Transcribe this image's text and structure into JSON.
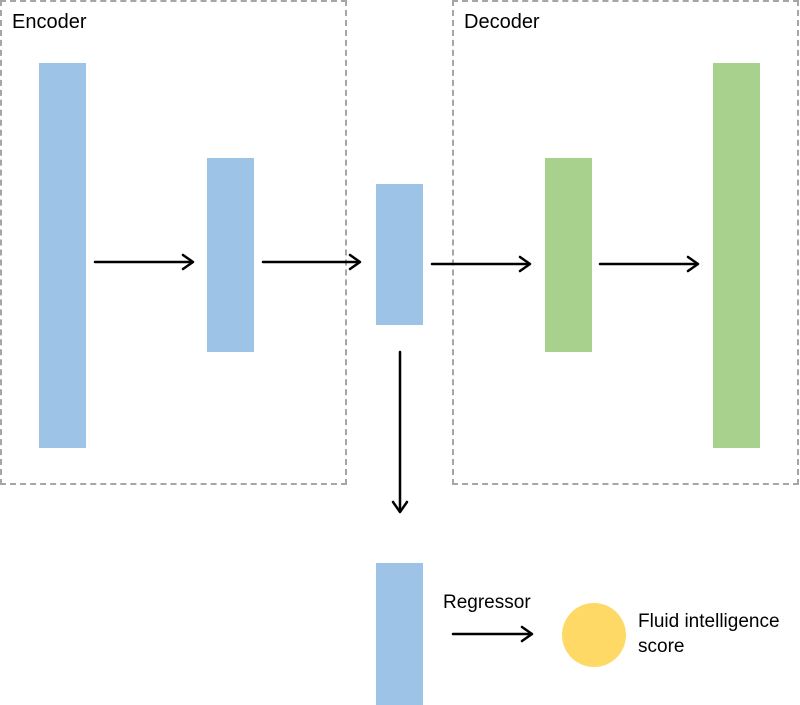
{
  "encoder": {
    "label": "Encoder"
  },
  "decoder": {
    "label": "Decoder"
  },
  "regressor": {
    "label": "Regressor"
  },
  "output": {
    "line1": "Fluid intelligence",
    "line2": "score"
  },
  "colors": {
    "encoder_layer": "#9dc3e6",
    "decoder_layer": "#a9d18e",
    "output_node": "#ffd966",
    "dashed_border": "#a6a6a6",
    "arrow": "#000000"
  }
}
